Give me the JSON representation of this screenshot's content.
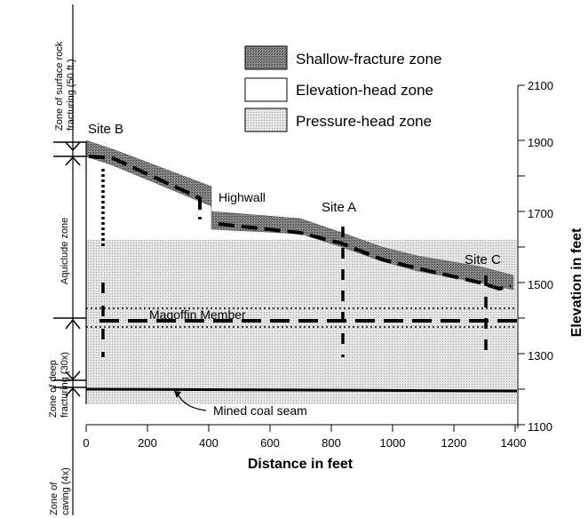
{
  "legend": {
    "items": [
      {
        "label": "Shallow-fracture zone",
        "swatch": "#7f7f7f"
      },
      {
        "label": "Elevation-head zone",
        "swatch": "#ffffff"
      },
      {
        "label": "Pressure-head zone",
        "swatch": "#d9d9d9"
      }
    ]
  },
  "sites": {
    "site_b": "Site B",
    "site_a": "Site A",
    "site_c": "Site C"
  },
  "labels": {
    "highwall": "Highwall",
    "magoffin": "Magoffin Member",
    "coal_seam": "Mined coal seam"
  },
  "zones": {
    "surface_rock_1": "Zone of surface rock",
    "surface_rock_2": "fracturing (50 ft.)",
    "aquiclude": "Aquiclude zone",
    "deep_1": "Zone of deep",
    "deep_2": "fracturing (30x)",
    "caving_1": "Zone of",
    "caving_2": "caving (4x)"
  },
  "axes": {
    "x_title": "Distance in feet",
    "y_title": "Elevation in feet",
    "x_ticks": [
      "0",
      "200",
      "400",
      "600",
      "800",
      "1000",
      "1200",
      "1400"
    ],
    "y_ticks": [
      "1100",
      "1300",
      "1500",
      "1700",
      "1900",
      "2100"
    ]
  },
  "colors": {
    "shallow_fracture": "#7f7f7f",
    "pressure_head": "#d9d9d9",
    "elevation_head": "#ffffff",
    "line": "#000000"
  }
}
